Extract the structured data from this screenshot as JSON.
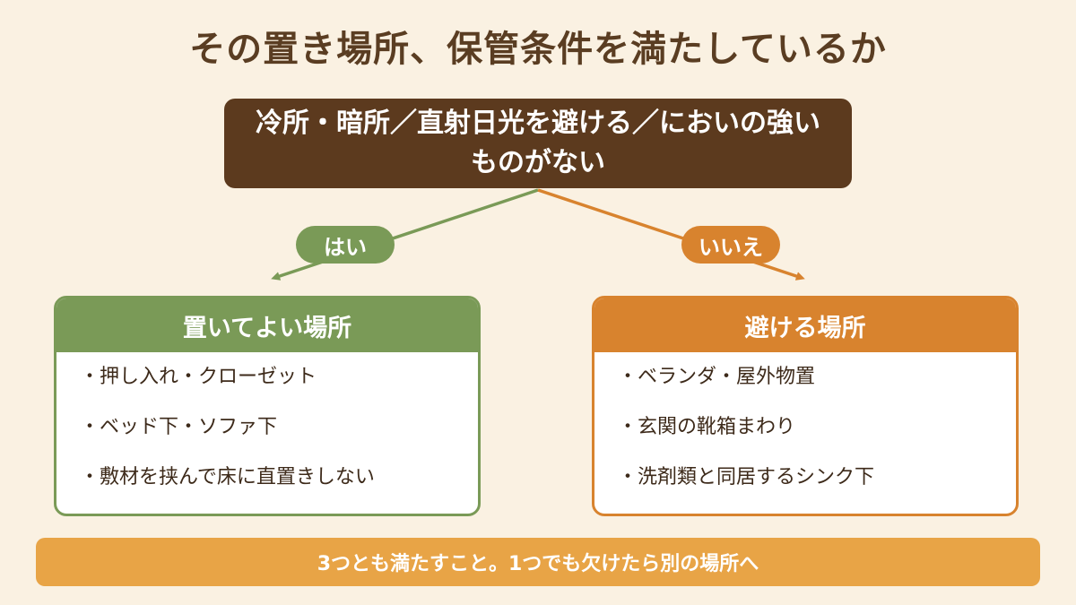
{
  "title": "その置き場所、保管条件を満たしているか",
  "question": "冷所・暗所／直射日光を避ける／においの強いものがない",
  "branches": {
    "yes_label": "はい",
    "no_label": "いいえ"
  },
  "ok_panel": {
    "heading": "置いてよい場所",
    "items": [
      "・押し入れ・クローゼット",
      "・ベッド下・ソファ下",
      "・敷材を挟んで床に直置きしない"
    ]
  },
  "avoid_panel": {
    "heading": "避ける場所",
    "items": [
      "・ベランダ・屋外物置",
      "・玄関の靴箱まわり",
      "・洗剤類と同居するシンク下"
    ]
  },
  "footer": "3つとも満たすこと。1つでも欠けたら別の場所へ",
  "colors": {
    "question_bg": "#5c3a1e",
    "yes": "#7a9a57",
    "no": "#d8832e",
    "footer_bg": "#e8a446",
    "background": "#faf1e2"
  }
}
